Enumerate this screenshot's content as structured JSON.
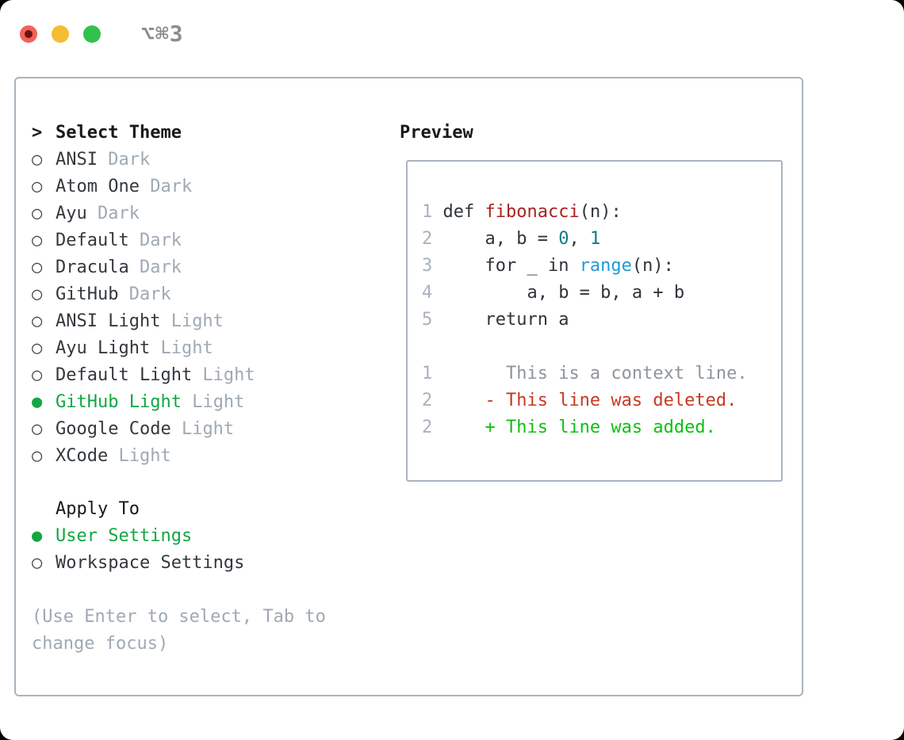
{
  "window": {
    "title": "⌥⌘3"
  },
  "colors": {
    "accent_green": "#12a742",
    "titlebar_text": "#8b8d90",
    "traffic_red": "#f4605a",
    "traffic_red_dot": "#6b1512",
    "traffic_yellow": "#f6bc32",
    "traffic_green": "#32c24c",
    "border": "#a9b4bf",
    "text_primary": "#17191c",
    "text_item": "#33383e",
    "text_muted": "#9fa9b5",
    "marker": "#44484d",
    "code_plain": "#2f343b",
    "code_function": "#a82320",
    "code_number": "#0a7d85",
    "code_builtin": "#1f9ad6",
    "line_number": "#a8b2bf",
    "diff_context": "#8d959d",
    "diff_deleted": "#c43a22",
    "diff_added": "#0cc112"
  },
  "selector": {
    "prompt": ">",
    "title": "Select Theme",
    "unselected_marker": "○",
    "selected_marker": "●",
    "items": [
      {
        "name": "ANSI",
        "variant": "Dark",
        "selected": false
      },
      {
        "name": "Atom One",
        "variant": "Dark",
        "selected": false
      },
      {
        "name": "Ayu",
        "variant": "Dark",
        "selected": false
      },
      {
        "name": "Default",
        "variant": "Dark",
        "selected": false
      },
      {
        "name": "Dracula",
        "variant": "Dark",
        "selected": false
      },
      {
        "name": "GitHub",
        "variant": "Dark",
        "selected": false
      },
      {
        "name": "ANSI Light",
        "variant": "Light",
        "selected": false
      },
      {
        "name": "Ayu Light",
        "variant": "Light",
        "selected": false
      },
      {
        "name": "Default Light",
        "variant": "Light",
        "selected": false
      },
      {
        "name": "GitHub Light",
        "variant": "Light",
        "selected": true
      },
      {
        "name": "Google Code",
        "variant": "Light",
        "selected": false
      },
      {
        "name": "XCode",
        "variant": "Light",
        "selected": false
      }
    ]
  },
  "apply_to": {
    "title": "Apply To",
    "options": [
      {
        "label": "User Settings",
        "selected": true
      },
      {
        "label": "Workspace Settings",
        "selected": false
      }
    ]
  },
  "hint": "(Use Enter to select, Tab to change focus)",
  "preview": {
    "title": "Preview",
    "lines": [
      {
        "num": "1",
        "segments": [
          {
            "t": "def ",
            "c": "plain"
          },
          {
            "t": "fibonacci",
            "c": "function"
          },
          {
            "t": "(n):",
            "c": "plain"
          }
        ]
      },
      {
        "num": "2",
        "segments": [
          {
            "t": "    a, b = ",
            "c": "plain"
          },
          {
            "t": "0",
            "c": "number"
          },
          {
            "t": ", ",
            "c": "plain"
          },
          {
            "t": "1",
            "c": "number"
          }
        ]
      },
      {
        "num": "3",
        "segments": [
          {
            "t": "    for _ in ",
            "c": "plain"
          },
          {
            "t": "range",
            "c": "builtin"
          },
          {
            "t": "(n):",
            "c": "plain"
          }
        ]
      },
      {
        "num": "4",
        "segments": [
          {
            "t": "        a, b = b, a + b",
            "c": "plain"
          }
        ]
      },
      {
        "num": "5",
        "segments": [
          {
            "t": "    return a",
            "c": "plain"
          }
        ]
      },
      {
        "num": "",
        "segments": []
      },
      {
        "num": "1",
        "segments": [
          {
            "t": "      This is a context line.",
            "c": "context"
          }
        ]
      },
      {
        "num": "2",
        "segments": [
          {
            "t": "    - This line was deleted.",
            "c": "deleted"
          }
        ]
      },
      {
        "num": "2",
        "segments": [
          {
            "t": "    + This line was added.",
            "c": "added"
          }
        ]
      }
    ]
  }
}
